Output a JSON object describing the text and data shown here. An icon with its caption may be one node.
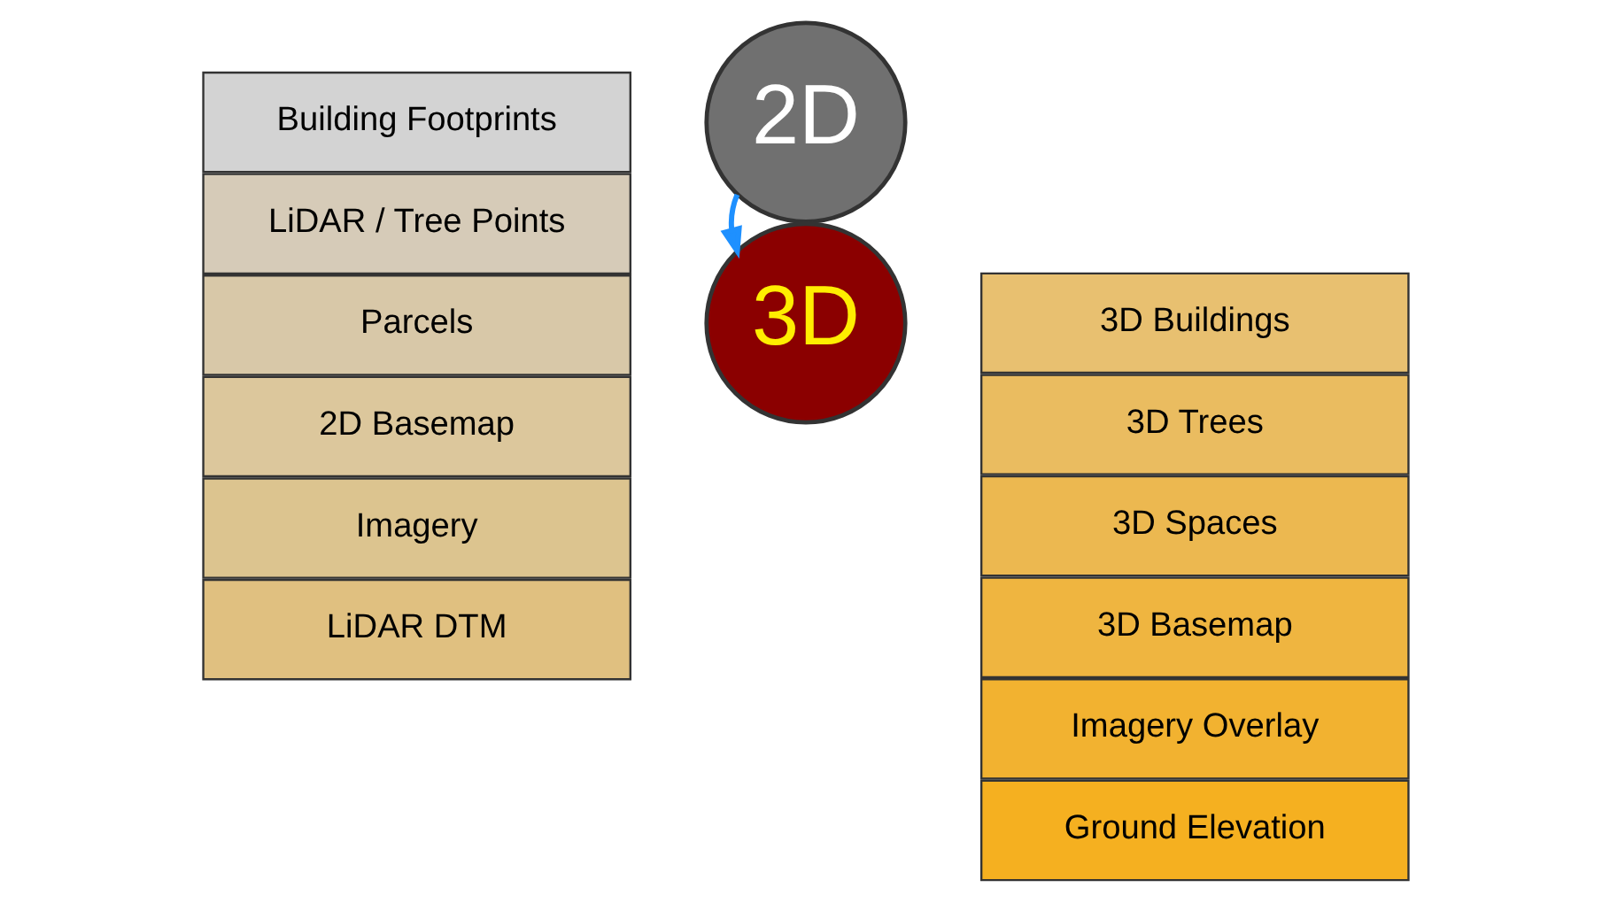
{
  "diagram": {
    "nodes": [
      {
        "text": [
          "Building Footprints"
        ]
      },
      {
        "text": [
          "LiDAR / Tree Points"
        ]
      },
      {
        "text": [
          "Parcels"
        ]
      },
      {
        "text": [
          "2D Basemap"
        ]
      },
      {
        "text": [
          "Imagery"
        ]
      },
      {
        "text": [
          "LiDAR DTM"
        ]
      },
      {
        "text": [
          "2D"
        ]
      },
      {
        "text": [
          "3D"
        ]
      },
      {
        "text": [
          "3D Buildings"
        ]
      },
      {
        "text": [
          "3D Trees"
        ]
      },
      {
        "text": [
          "3D Spaces"
        ]
      },
      {
        "text": [
          "3D Basemap"
        ]
      },
      {
        "text": [
          "Imagery Overlay"
        ]
      },
      {
        "text": [
          "Ground Elevation"
        ]
      }
    ],
    "edges": [
      {
        "from": 6,
        "to": 7,
        "arrow": "to"
      }
    ]
  }
}
